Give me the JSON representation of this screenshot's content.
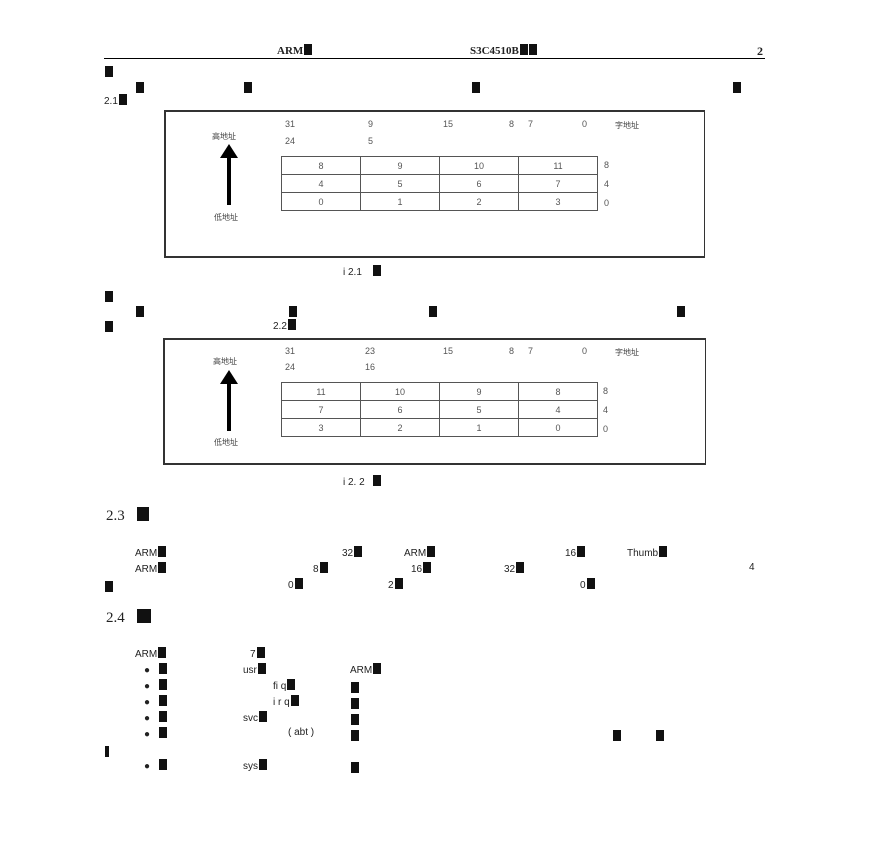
{
  "header": {
    "left": "ARM",
    "center": "S3C4510B",
    "page": "2"
  },
  "intro": {
    "fig_ref": "2.1"
  },
  "fig1": {
    "top_row1": [
      "31",
      "9",
      "15",
      "8",
      "7",
      "0",
      "字地址"
    ],
    "top_row2": [
      "24",
      "5"
    ],
    "high": "高地址",
    "low": "低地址",
    "rows": [
      [
        "8",
        "9",
        "10",
        "11"
      ],
      [
        "4",
        "5",
        "6",
        "7"
      ],
      [
        "0",
        "1",
        "2",
        "3"
      ]
    ],
    "row_addr": [
      "8",
      "4",
      "0"
    ],
    "caption": "і 2.1"
  },
  "para2": {
    "fig_ref": "2.2"
  },
  "fig2": {
    "top_row1": [
      "31",
      "23",
      "15",
      "8",
      "7",
      "0",
      "字地址"
    ],
    "top_row2": [
      "24",
      "16"
    ],
    "high": "高地址",
    "low": "低地址",
    "rows": [
      [
        "11",
        "10",
        "9",
        "8"
      ],
      [
        "7",
        "6",
        "5",
        "4"
      ],
      [
        "3",
        "2",
        "1",
        "0"
      ]
    ],
    "row_addr": [
      "8",
      "4",
      "0"
    ],
    "caption": "і 2. 2"
  },
  "sec23": {
    "num": "2.3",
    "l1": [
      "ARM",
      "32",
      "ARM",
      "16",
      "Thumb"
    ],
    "l2": [
      "ARM",
      "8",
      "16",
      "32",
      "4"
    ],
    "l3": [
      "0",
      "2",
      "0"
    ]
  },
  "sec24": {
    "num": "2.4",
    "intro": [
      "ARM",
      "7"
    ],
    "modes": [
      "usr",
      "ARM",
      "fi q",
      "i r q",
      "svc",
      "( abt )",
      "sys"
    ]
  }
}
